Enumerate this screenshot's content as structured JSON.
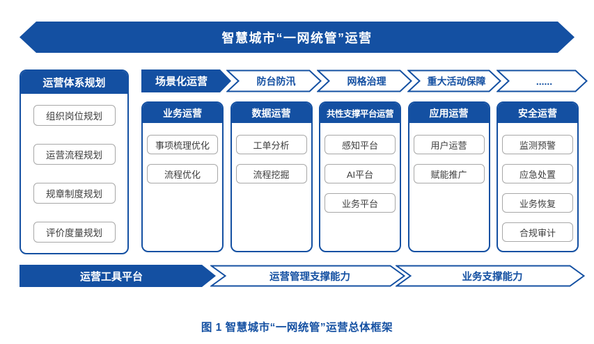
{
  "banner": {
    "title": "智慧城市“一网统管”运营"
  },
  "planning_panel": {
    "header": "运营体系规划",
    "items": [
      "组织岗位规划",
      "运营流程规划",
      "规章制度规划",
      "评价度量规划"
    ]
  },
  "scenario_row": {
    "lead": "场景化运营",
    "scenarios": [
      "防台防汛",
      "网格治理",
      "重大活动保障",
      "......"
    ]
  },
  "operation_columns": [
    {
      "header": "业务运营",
      "items": [
        "事项梳理优化",
        "流程优化"
      ]
    },
    {
      "header": "数据运营",
      "items": [
        "工单分析",
        "流程挖掘"
      ]
    },
    {
      "header": "共性支撑平台运营",
      "items": [
        "感知平台",
        "AI平台",
        "业务平台"
      ]
    },
    {
      "header": "应用运营",
      "items": [
        "用户运营",
        "赋能推广"
      ]
    },
    {
      "header": "安全运营",
      "items": [
        "监测预警",
        "应急处置",
        "业务恢复",
        "合规审计"
      ]
    }
  ],
  "bottom_row": {
    "lead": "运营工具平台",
    "capabilities": [
      "运营管理支撑能力",
      "业务支撑能力"
    ]
  },
  "caption": "图 1 智慧城市“一网统管”运营总体框架",
  "colors": {
    "primary_blue": "#1450A2",
    "item_border": "#a7a7a7",
    "item_text": "#3c3c3c",
    "background": "#ffffff"
  }
}
